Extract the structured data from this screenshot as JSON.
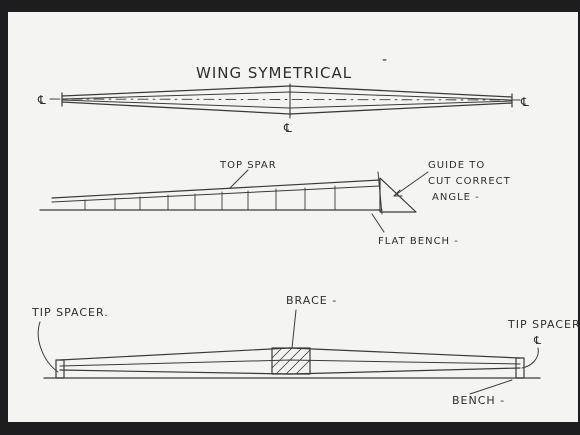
{
  "sketch": {
    "title": "WING SYMETRICAL",
    "title_dash": "-",
    "centerline_top": "℄",
    "centerline_left": "℄",
    "centerline_right": "℄",
    "top_spar_label": "TOP SPAR",
    "guide_line1": "GUIDE TO",
    "guide_line2": "CUT CORRECT",
    "guide_line3": "ANGLE -",
    "flat_bench": "FLAT BENCH -",
    "tip_spacer_left": "TIP SPACER.",
    "brace": "BRACE -",
    "tip_spacer_right": "TIP SPACER",
    "bench": "BENCH -"
  },
  "colors": {
    "paper": "#f4f4f2",
    "ink": "#3a3a3a",
    "background": "#1d1d1f"
  }
}
